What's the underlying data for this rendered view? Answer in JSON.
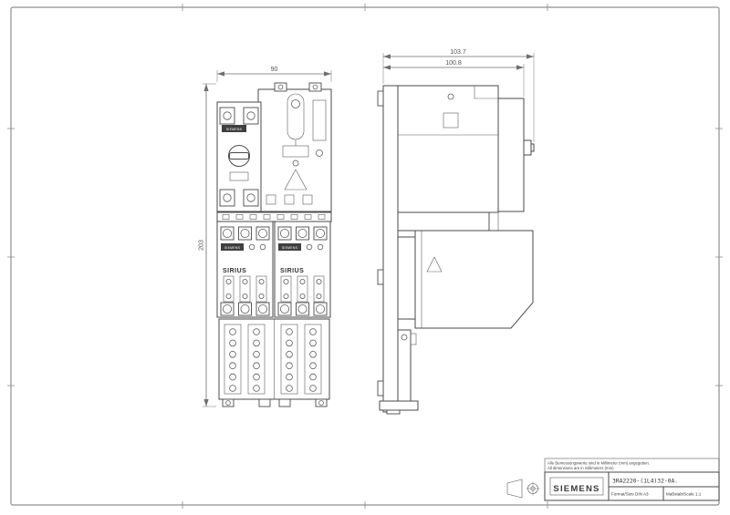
{
  "colors": {
    "line": "#4a4a4a",
    "dimension": "#6e6e6e",
    "background": "#ffffff"
  },
  "front_view": {
    "width_dim": "90",
    "height_dim": "203",
    "breaker_brand": "SIEMENS",
    "contactors": [
      {
        "brand": "SIEMENS",
        "series": "SIRIUS"
      },
      {
        "brand": "SIEMENS",
        "series": "SIRIUS"
      }
    ]
  },
  "side_view": {
    "depth_dim_outer": "103.7",
    "depth_dim_face": "100.8"
  },
  "title_block": {
    "note_de": "Alle Bemessungswerte sind in Millimeter (mm) angegeben.",
    "note_en": "All dimensions are in millimeters (mm)",
    "logo": "SIEMENS",
    "part_number": "3RA2220-(1L4)32-0A.",
    "format": "Format/Size DIN A3",
    "scale": "Maßstab/Scale 1:1"
  }
}
